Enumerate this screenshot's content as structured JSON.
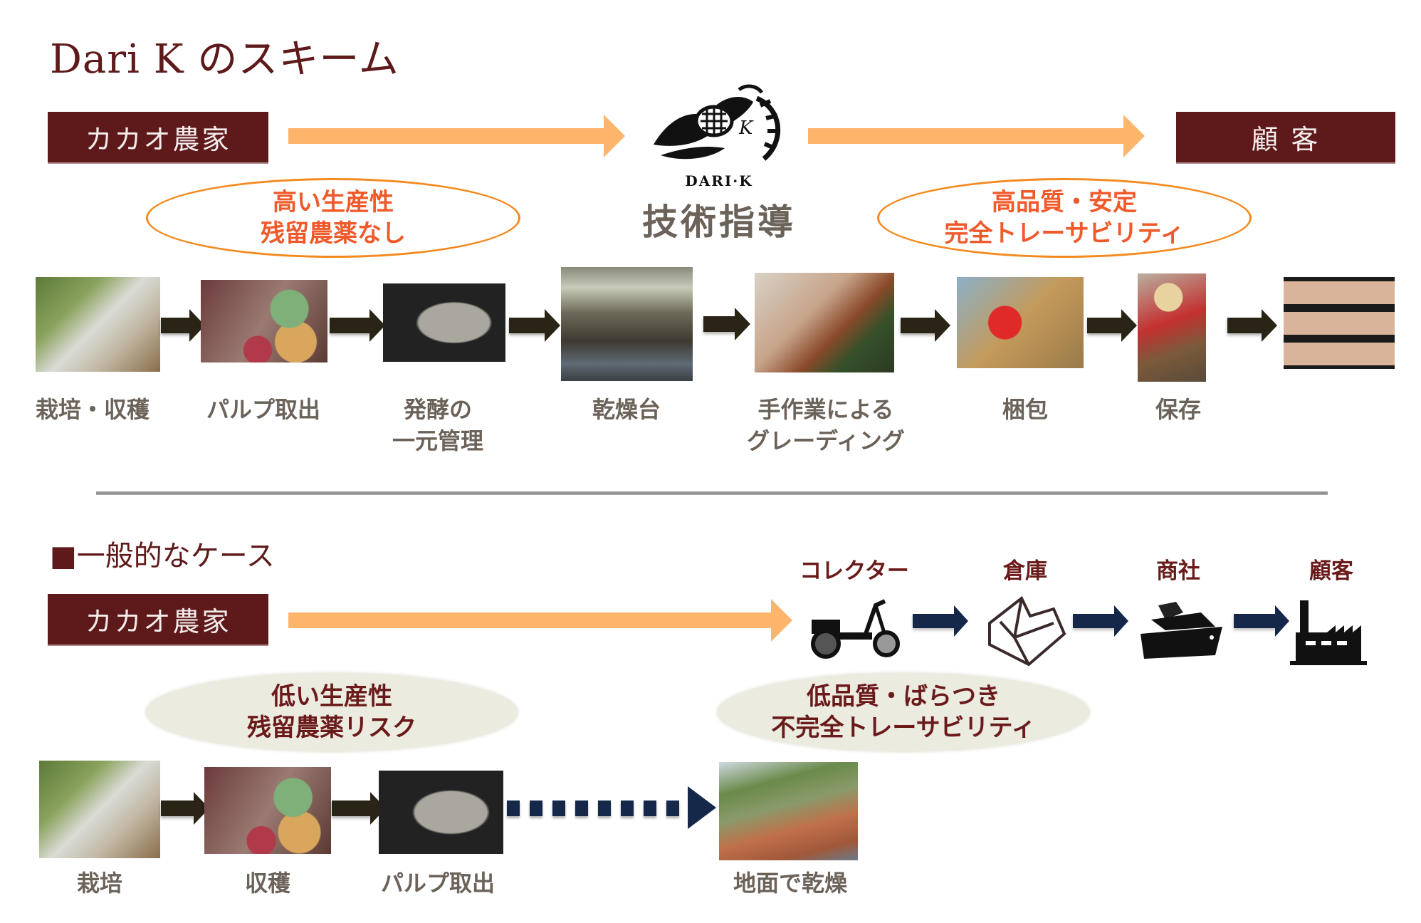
{
  "title": "Dari K のスキーム",
  "colors": {
    "brand_maroon": "#5e1a1a",
    "orange_arrow": "#fdb56c",
    "orange_text": "#f0592a",
    "navy_arrow": "#16284a",
    "step_text": "#6b6259"
  },
  "dari_k_scheme": {
    "source_box": "カカオ農家",
    "logo_text": "DARI·K",
    "center_label": "技術指導",
    "destination_box": "顧 客",
    "benefit_left": [
      "高い生産性",
      "残留農薬なし"
    ],
    "benefit_right": [
      "高品質・安定",
      "完全トレーサビリティ"
    ],
    "steps": [
      {
        "label": [
          "栽培・収穫"
        ],
        "photo": "farmer-with-cacao-photo"
      },
      {
        "label": [
          "パルプ取出"
        ],
        "photo": "cacao-pods-photo"
      },
      {
        "label": [
          "発酵の",
          "一元管理"
        ],
        "photo": "fermentation-photo"
      },
      {
        "label": [
          "乾燥台"
        ],
        "photo": "drying-table-photo"
      },
      {
        "label": [
          "手作業による",
          "グレーディング"
        ],
        "photo": "greenhouse-dryer-photo"
      },
      {
        "label": [
          "梱包"
        ],
        "photo": "packing-photo"
      },
      {
        "label": [
          "保存"
        ],
        "photo": "storage-photo"
      },
      {
        "label": [
          ""
        ],
        "photo": "sacks-photo"
      }
    ]
  },
  "general_case": {
    "heading": "■一般的なケース",
    "source_box": "カカオ農家",
    "chain": [
      {
        "label": "コレクター",
        "icon": "motorbike-icon"
      },
      {
        "label": "倉庫",
        "icon": "warehouse-box-icon"
      },
      {
        "label": "商社",
        "icon": "ship-icon"
      },
      {
        "label": "顧客",
        "icon": "factory-icon"
      }
    ],
    "issue_left": [
      "低い生産性",
      "残留農薬リスク"
    ],
    "issue_right": [
      "低品質・ばらつき",
      "不完全トレーサビリティ"
    ],
    "steps": [
      {
        "label": "栽培",
        "photo": "farmer-with-cacao-photo"
      },
      {
        "label": "収穫",
        "photo": "cacao-pods-photo"
      },
      {
        "label": "パルプ取出",
        "photo": "fermentation-photo"
      },
      {
        "label": "地面で乾燥",
        "photo": "ground-drying-photo"
      }
    ]
  }
}
